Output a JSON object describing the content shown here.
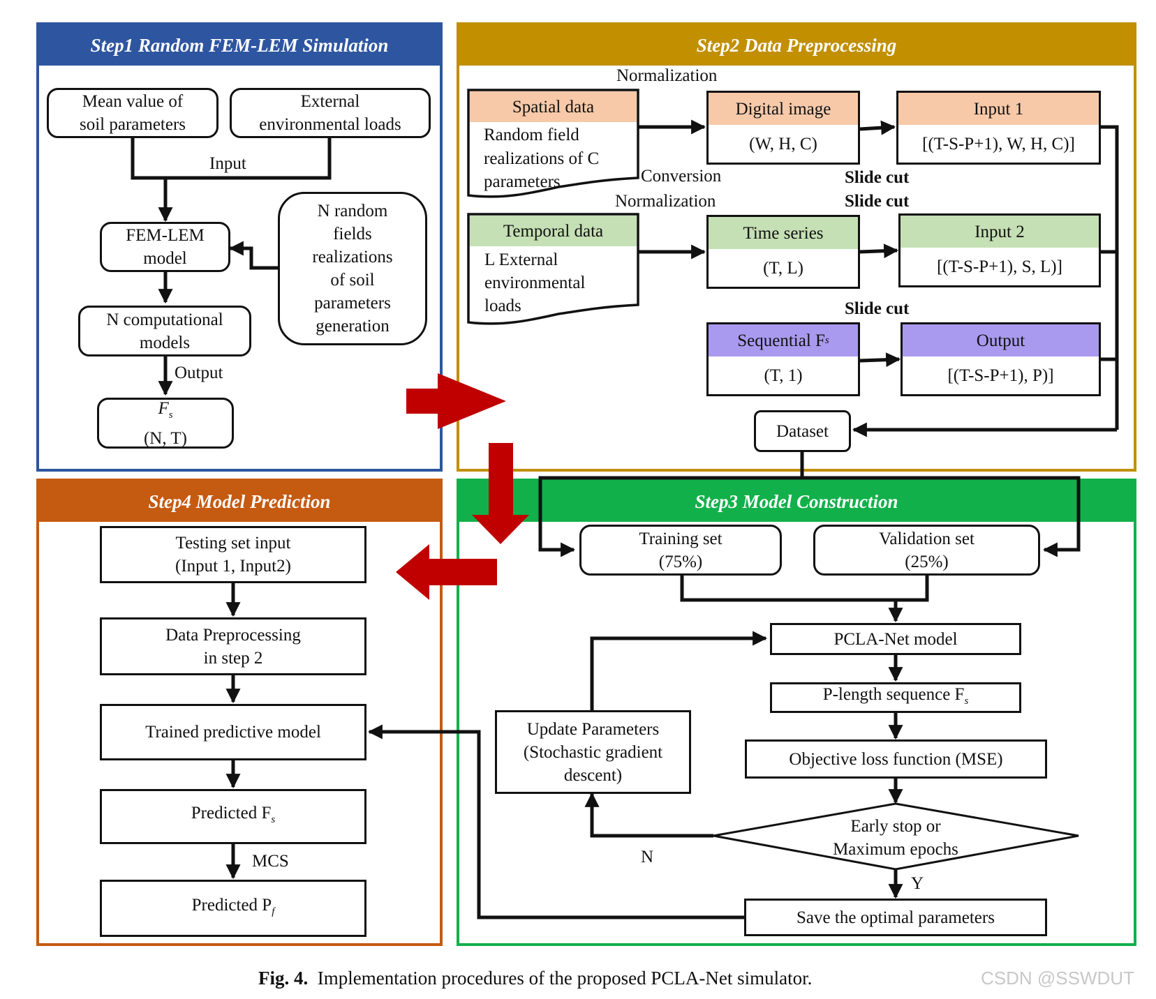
{
  "step1": {
    "title": "Step1 Random FEM-LEM Simulation",
    "color": "#2e55a0",
    "mean_line1": "Mean value of",
    "mean_line2": "soil parameters",
    "ext_line1": "External",
    "ext_line2": "environmental loads",
    "input_label": "Input",
    "fem_line1": "FEM-LEM",
    "fem_line2": "model",
    "rf_lines": [
      "N random",
      "fields",
      "realizations",
      "of soil",
      "parameters",
      "generation"
    ],
    "comp_line1": "N computational",
    "comp_line2": "models",
    "output_label": "Output",
    "fs_main": "F",
    "fs_sub": "s",
    "fs_dims": "(N, T)"
  },
  "step2": {
    "title": "Step2 Data Preprocessing",
    "color": "#c18f00",
    "normalization_top": "Normalization",
    "normalization_mid": "Normalization",
    "conversion": "Conversion",
    "slide_cut_1": "Slide cut",
    "slide_cut_2": "Slide cut",
    "slide_cut_3": "Slide cut",
    "spatial_header": "Spatial data",
    "spatial_lines": [
      "Random field",
      "realizations of C",
      "parameters"
    ],
    "digital_header": "Digital image",
    "digital_dims": "(W, H, C)",
    "input1_header": "Input 1",
    "input1_dims": "[(T-S-P+1), W, H, C)]",
    "temporal_header": "Temporal data",
    "temporal_lines": [
      "L External",
      "environmental",
      "loads"
    ],
    "timeseries_header": "Time series",
    "timeseries_dims": "(T, L)",
    "input2_header": "Input 2",
    "input2_dims": "[(T-S-P+1), S, L)]",
    "seq_header": "Sequential F",
    "seq_sub": "s",
    "seq_dims": "(T, 1)",
    "output_header": "Output",
    "output_dims": "[(T-S-P+1), P)]",
    "dataset": "Dataset",
    "color_spatial": "#f7c9a9",
    "color_temporal": "#c5e0b4",
    "color_seq": "#a99af0"
  },
  "step3": {
    "title": "Step3 Model Construction",
    "color": "#12b04b",
    "training_line1": "Training set",
    "training_line2": "(75%)",
    "validation_line1": "Validation set",
    "validation_line2": "(25%)",
    "pcla": "PCLA-Net model",
    "plength_text": "P-length sequence F",
    "plength_sub": "s",
    "objective": "Objective loss function (MSE)",
    "early_line1": "Early stop or",
    "early_line2": "Maximum epochs",
    "update_lines": [
      "Update Parameters",
      "(Stochastic gradient",
      "descent)"
    ],
    "n_label": "N",
    "y_label": "Y",
    "save": "Save the optimal parameters"
  },
  "step4": {
    "title": "Step4 Model Prediction",
    "color": "#c55a11",
    "testing_line1": "Testing set input",
    "testing_line2": "(Input 1, Input2)",
    "prep_line1": "Data Preprocessing",
    "prep_line2": "in step 2",
    "trained": "Trained predictive model",
    "predicted_fs": "Predicted F",
    "predicted_fs_sub": "s",
    "mcs": "MCS",
    "predicted_pf": "Predicted P",
    "predicted_pf_sub": "f"
  },
  "arrow_color": "#c00000",
  "caption": {
    "label": "Fig. 4.",
    "text": "Implementation procedures of the proposed PCLA-Net simulator."
  },
  "watermark": "CSDN @SSWDUT"
}
